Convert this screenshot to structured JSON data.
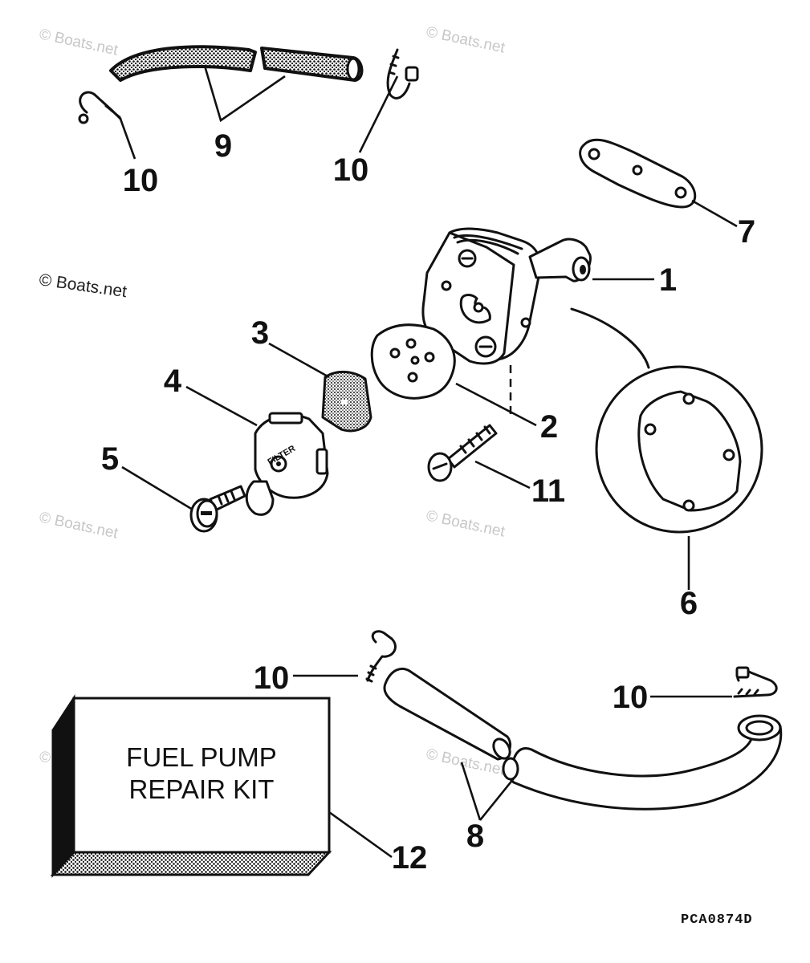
{
  "watermarks": {
    "faint": "© Boats.net",
    "dark": "© Boats.net"
  },
  "callouts": {
    "p1": "1",
    "p2": "2",
    "p3": "3",
    "p4": "4",
    "p5": "5",
    "p6": "6",
    "p7": "7",
    "p8": "8",
    "p9": "9",
    "p10a": "10",
    "p10b": "10",
    "p10c": "10",
    "p10d": "10",
    "p11": "11",
    "p12": "12"
  },
  "filter_cap_label": "FILTER",
  "kit": {
    "line1": "FUEL PUMP",
    "line2": "REPAIR KIT"
  },
  "drawing_code": "PCA0874D",
  "colors": {
    "ink": "#111111",
    "watermark": "#c7c7c7",
    "background": "#ffffff"
  }
}
